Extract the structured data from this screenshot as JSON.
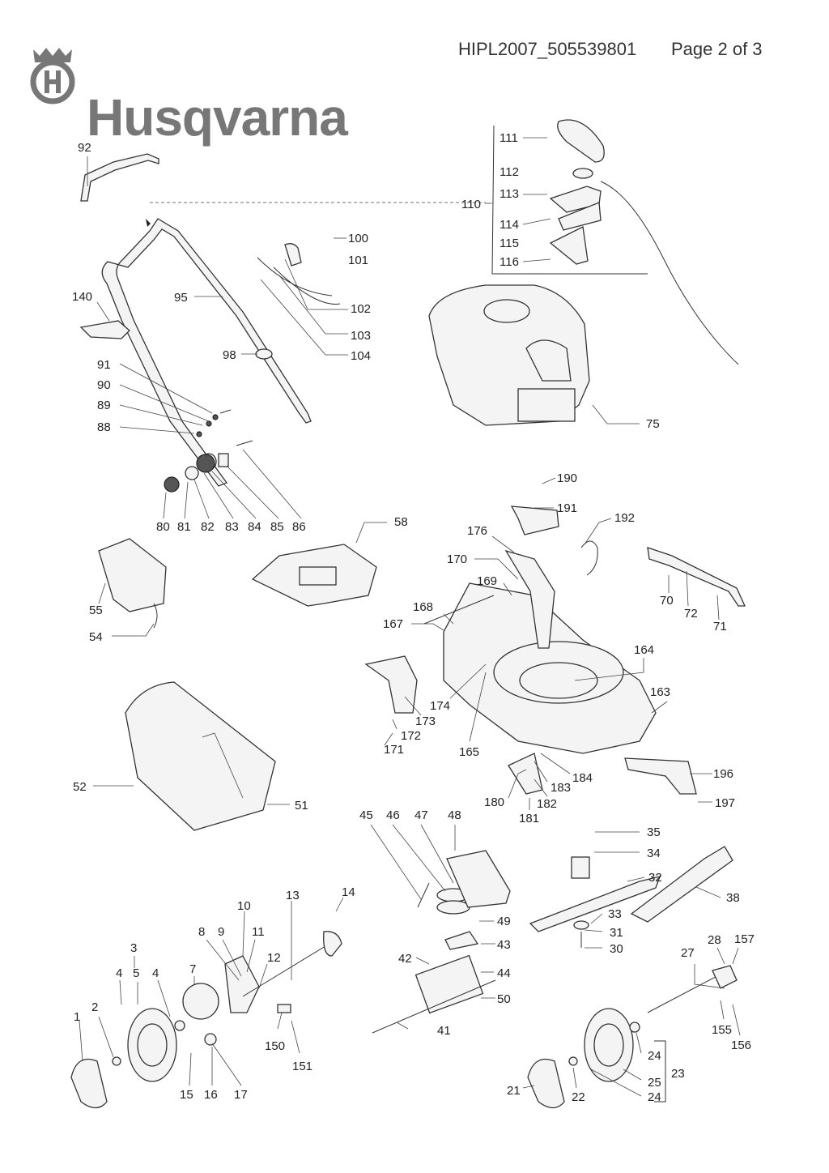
{
  "header": {
    "brand": "Husqvarna",
    "document_code": "HIPL2007_505539801",
    "page_label": "Page 2 of 3"
  },
  "callouts": [
    {
      "id": "c92",
      "text": "92"
    },
    {
      "id": "c111",
      "text": "111"
    },
    {
      "id": "c112",
      "text": "112"
    },
    {
      "id": "c113",
      "text": "113"
    },
    {
      "id": "c110",
      "text": "110"
    },
    {
      "id": "c114",
      "text": "114"
    },
    {
      "id": "c115",
      "text": "115"
    },
    {
      "id": "c116",
      "text": "116"
    },
    {
      "id": "c100",
      "text": "100"
    },
    {
      "id": "c101",
      "text": "101"
    },
    {
      "id": "c140",
      "text": "140"
    },
    {
      "id": "c95",
      "text": "95"
    },
    {
      "id": "c102",
      "text": "102"
    },
    {
      "id": "c103",
      "text": "103"
    },
    {
      "id": "c104",
      "text": "104"
    },
    {
      "id": "c98",
      "text": "98"
    },
    {
      "id": "c91",
      "text": "91"
    },
    {
      "id": "c90",
      "text": "90"
    },
    {
      "id": "c89",
      "text": "89"
    },
    {
      "id": "c88",
      "text": "88"
    },
    {
      "id": "c75",
      "text": "75"
    },
    {
      "id": "c80",
      "text": "80"
    },
    {
      "id": "c81",
      "text": "81"
    },
    {
      "id": "c82",
      "text": "82"
    },
    {
      "id": "c83",
      "text": "83"
    },
    {
      "id": "c84",
      "text": "84"
    },
    {
      "id": "c85",
      "text": "85"
    },
    {
      "id": "c86",
      "text": "86"
    },
    {
      "id": "c190",
      "text": "190"
    },
    {
      "id": "c191",
      "text": "191"
    },
    {
      "id": "c58",
      "text": "58"
    },
    {
      "id": "c176",
      "text": "176"
    },
    {
      "id": "c192",
      "text": "192"
    },
    {
      "id": "c170",
      "text": "170"
    },
    {
      "id": "c169",
      "text": "169"
    },
    {
      "id": "c55",
      "text": "55"
    },
    {
      "id": "c70",
      "text": "70"
    },
    {
      "id": "c72",
      "text": "72"
    },
    {
      "id": "c71",
      "text": "71"
    },
    {
      "id": "c54",
      "text": "54"
    },
    {
      "id": "c168",
      "text": "168"
    },
    {
      "id": "c167",
      "text": "167"
    },
    {
      "id": "c164",
      "text": "164"
    },
    {
      "id": "c163",
      "text": "163"
    },
    {
      "id": "c174",
      "text": "174"
    },
    {
      "id": "c173",
      "text": "173"
    },
    {
      "id": "c172",
      "text": "172"
    },
    {
      "id": "c171",
      "text": "171"
    },
    {
      "id": "c165",
      "text": "165"
    },
    {
      "id": "c52",
      "text": "52"
    },
    {
      "id": "c51",
      "text": "51"
    },
    {
      "id": "c196",
      "text": "196"
    },
    {
      "id": "c184",
      "text": "184"
    },
    {
      "id": "c183",
      "text": "183"
    },
    {
      "id": "c180",
      "text": "180"
    },
    {
      "id": "c182",
      "text": "182"
    },
    {
      "id": "c181",
      "text": "181"
    },
    {
      "id": "c197",
      "text": "197"
    },
    {
      "id": "c45",
      "text": "45"
    },
    {
      "id": "c46",
      "text": "46"
    },
    {
      "id": "c47",
      "text": "47"
    },
    {
      "id": "c48",
      "text": "48"
    },
    {
      "id": "c35",
      "text": "35"
    },
    {
      "id": "c34",
      "text": "34"
    },
    {
      "id": "c32",
      "text": "32"
    },
    {
      "id": "c38",
      "text": "38"
    },
    {
      "id": "c13",
      "text": "13"
    },
    {
      "id": "c14",
      "text": "14"
    },
    {
      "id": "c10",
      "text": "10"
    },
    {
      "id": "c33",
      "text": "33"
    },
    {
      "id": "c31",
      "text": "31"
    },
    {
      "id": "c30",
      "text": "30"
    },
    {
      "id": "c49",
      "text": "49"
    },
    {
      "id": "c43",
      "text": "43"
    },
    {
      "id": "c8",
      "text": "8"
    },
    {
      "id": "c9",
      "text": "9"
    },
    {
      "id": "c11",
      "text": "11"
    },
    {
      "id": "c3",
      "text": "3"
    },
    {
      "id": "c12",
      "text": "12"
    },
    {
      "id": "c5",
      "text": "5"
    },
    {
      "id": "c4a",
      "text": "4"
    },
    {
      "id": "c4b",
      "text": "4"
    },
    {
      "id": "c7",
      "text": "7"
    },
    {
      "id": "c42",
      "text": "42"
    },
    {
      "id": "c44",
      "text": "44"
    },
    {
      "id": "c28",
      "text": "28"
    },
    {
      "id": "c157",
      "text": "157"
    },
    {
      "id": "c27",
      "text": "27"
    },
    {
      "id": "c1",
      "text": "1"
    },
    {
      "id": "c2",
      "text": "2"
    },
    {
      "id": "c50",
      "text": "50"
    },
    {
      "id": "c150",
      "text": "150"
    },
    {
      "id": "c41",
      "text": "41"
    },
    {
      "id": "c155",
      "text": "155"
    },
    {
      "id": "c156",
      "text": "156"
    },
    {
      "id": "c151",
      "text": "151"
    },
    {
      "id": "c24a",
      "text": "24"
    },
    {
      "id": "c23",
      "text": "23"
    },
    {
      "id": "c25",
      "text": "25"
    },
    {
      "id": "c15",
      "text": "15"
    },
    {
      "id": "c16",
      "text": "16"
    },
    {
      "id": "c17",
      "text": "17"
    },
    {
      "id": "c21",
      "text": "21"
    },
    {
      "id": "c22",
      "text": "22"
    },
    {
      "id": "c24b",
      "text": "24"
    }
  ]
}
